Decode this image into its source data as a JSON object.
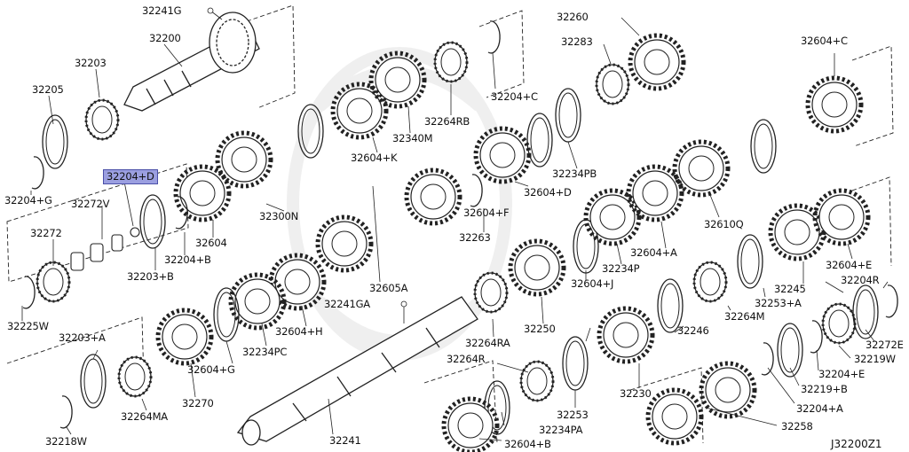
{
  "diagram_ref": "J32200Z1",
  "highlighted_part": "32204+D",
  "parts": [
    "32241G",
    "32200",
    "32203",
    "32205",
    "32204+G",
    "32272V",
    "32272",
    "32225W",
    "32203+B",
    "32204+B",
    "32604",
    "32300N",
    "32604+K",
    "32340M",
    "32264RB",
    "32204+C",
    "32260",
    "32283",
    "32234PB",
    "32604+D",
    "32604+F",
    "32263",
    "32605A",
    "32241GA",
    "32604+H",
    "32234PC",
    "32604+G",
    "32270",
    "32203+A",
    "32264MA",
    "32218W",
    "32241",
    "32264RA",
    "32264R",
    "32250",
    "32253",
    "32234PA",
    "32604+B",
    "32230",
    "32246",
    "32264M",
    "32253+A",
    "32234P",
    "32604+J",
    "32604+A",
    "32610Q",
    "32245",
    "32604+E",
    "32604+C",
    "32204R",
    "32272E",
    "32219W",
    "32204+E",
    "32219+B",
    "32204+A",
    "32258"
  ]
}
